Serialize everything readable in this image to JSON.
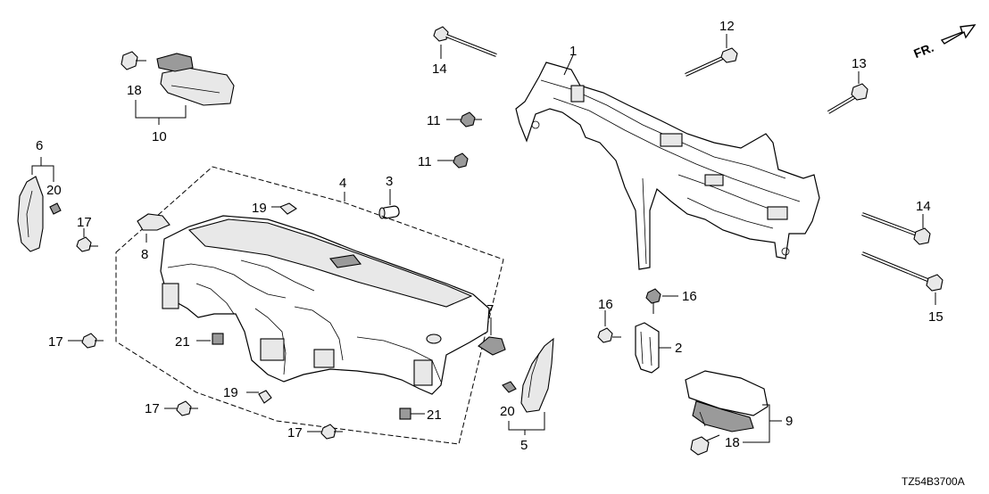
{
  "diagram": {
    "code": "TZ54B3700A",
    "direction_label": "FR.",
    "callouts": {
      "c1": "1",
      "c2": "2",
      "c3": "3",
      "c4": "4",
      "c5": "5",
      "c6": "6",
      "c7": "7",
      "c8": "8",
      "c9": "9",
      "c10": "10",
      "c11a": "11",
      "c11b": "11",
      "c12": "12",
      "c13": "13",
      "c14a": "14",
      "c14b": "14",
      "c15": "15",
      "c16a": "16",
      "c16b": "16",
      "c17a": "17",
      "c17b": "17",
      "c17c": "17",
      "c17d": "17",
      "c18a": "18",
      "c18b": "18",
      "c19a": "19",
      "c19b": "19",
      "c20a": "20",
      "c20b": "20",
      "c21a": "21",
      "c21b": "21"
    },
    "icons": {
      "fr_arrow": "arrow-right-icon"
    }
  }
}
